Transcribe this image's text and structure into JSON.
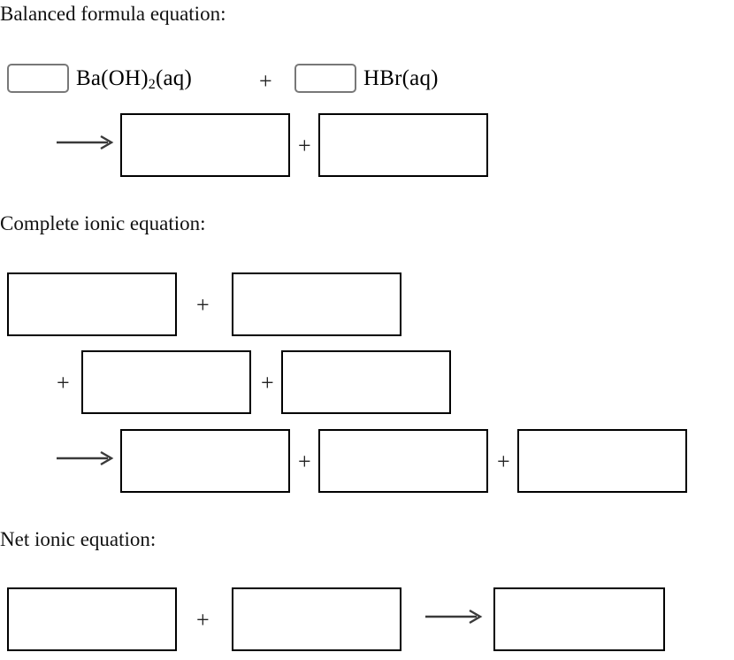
{
  "document": {
    "type": "chemistry-worksheet",
    "background_color": "#ffffff",
    "text_color": "#000000",
    "box_border_color": "#000000",
    "coefficient_box_border_color": "#787878",
    "arrow_color": "#3a3a3a"
  },
  "sections": {
    "balanced": {
      "heading": "Balanced formula equation:",
      "reactants": {
        "coefficient_1_value": "",
        "coefficient_1_placeholder": "",
        "species_1": "Ba(OH)",
        "species_1_subscript": "2",
        "species_1_state": "(aq)",
        "operator": "+",
        "coefficient_2_value": "",
        "coefficient_2_placeholder": "",
        "species_2": "HBr(aq)"
      },
      "products": {
        "arrow": "⟶",
        "box_1_value": "",
        "operator": "+",
        "box_2_value": ""
      }
    },
    "complete_ionic": {
      "heading": "Complete ionic equation:",
      "row_1": {
        "box_1_value": "",
        "operator": "+",
        "box_2_value": ""
      },
      "row_2": {
        "leading_operator": "+",
        "box_1_value": "",
        "operator": "+",
        "box_2_value": ""
      },
      "row_3": {
        "arrow": "⟶",
        "box_1_value": "",
        "operator_1": "+",
        "box_2_value": "",
        "operator_2": "+",
        "box_3_value": ""
      }
    },
    "net_ionic": {
      "heading": "Net ionic equation:",
      "row": {
        "box_1_value": "",
        "operator": "+",
        "box_2_value": "",
        "arrow": "⟶",
        "box_3_value": ""
      }
    }
  },
  "icons": {
    "arrow_right": "⟶",
    "plus": "+"
  }
}
